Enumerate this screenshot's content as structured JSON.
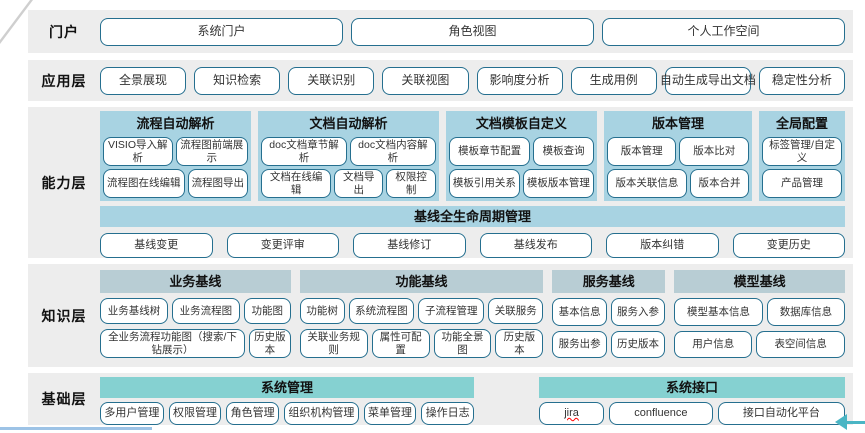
{
  "colors": {
    "band_bg": "#ededed",
    "capability_panel": "#a8d3e2",
    "knowledge_header": "#b8cdd4",
    "base_header": "#85d1d1",
    "button_border": "#256f8f",
    "bottom_line": "#9dc3e6",
    "arrow": "#4ab5c4"
  },
  "misspelled": [
    "jira"
  ],
  "portal": {
    "label": "门户",
    "buttons": [
      "系统门户",
      "角色视图",
      "个人工作空间"
    ]
  },
  "application": {
    "label": "应用层",
    "buttons": [
      "全景展现",
      "知识检索",
      "关联识别",
      "关联视图",
      "影响度分析",
      "生成用例",
      "自动生成导出文档",
      "稳定性分析"
    ]
  },
  "capability": {
    "label": "能力层",
    "groups": [
      {
        "title": "流程自动解析",
        "rows": [
          [
            "VISIO导入解析",
            "流程图前端展示"
          ],
          [
            "流程图在线编辑",
            "流程图导出"
          ]
        ]
      },
      {
        "title": "文档自动解析",
        "rows": [
          [
            "doc文档章节解析",
            "doc文档内容解析"
          ],
          [
            "文档在线编辑",
            "文档导出",
            "权限控制"
          ]
        ]
      },
      {
        "title": "文档模板自定义",
        "rows": [
          [
            "模板章节配置",
            "模板查询"
          ],
          [
            "模板引用关系",
            "模板版本管理"
          ]
        ]
      },
      {
        "title": "版本管理",
        "rows": [
          [
            "版本管理",
            "版本比对"
          ],
          [
            "版本关联信息",
            "版本合并"
          ]
        ]
      },
      {
        "title": "全局配置",
        "rows": [
          [
            "标签管理/自定义"
          ],
          [
            "产品管理"
          ]
        ]
      }
    ],
    "lifecycle": {
      "title": "基线全生命周期管理",
      "buttons": [
        "基线变更",
        "变更评审",
        "基线修订",
        "基线发布",
        "版本纠错",
        "变更历史"
      ]
    }
  },
  "knowledge": {
    "label": "知识层",
    "groups": [
      {
        "title": "业务基线",
        "rows": [
          [
            "业务基线树",
            "业务流程图",
            "功能图"
          ],
          [
            "全业务流程功能图（搜索/下钻展示）",
            "历史版本"
          ]
        ]
      },
      {
        "title": "功能基线",
        "rows": [
          [
            "功能树",
            "系统流程图",
            "子流程管理",
            "关联服务"
          ],
          [
            "关联业务规则",
            "属性可配置",
            "功能全景图",
            "历史版本"
          ]
        ]
      },
      {
        "title": "服务基线",
        "rows": [
          [
            "基本信息",
            "服务入参"
          ],
          [
            "服务出参",
            "历史版本"
          ]
        ]
      },
      {
        "title": "模型基线",
        "rows": [
          [
            "模型基本信息",
            "数据库信息"
          ],
          [
            "用户信息",
            "表空间信息"
          ]
        ]
      }
    ]
  },
  "base": {
    "label": "基础层",
    "groups": [
      {
        "title": "系统管理",
        "buttons": [
          "多用户管理",
          "权限管理",
          "角色管理",
          "组织机构管理",
          "菜单管理",
          "操作日志"
        ]
      },
      {
        "title": "系统接口",
        "buttons": [
          "jira",
          "confluence",
          "接口自动化平台"
        ]
      }
    ]
  }
}
